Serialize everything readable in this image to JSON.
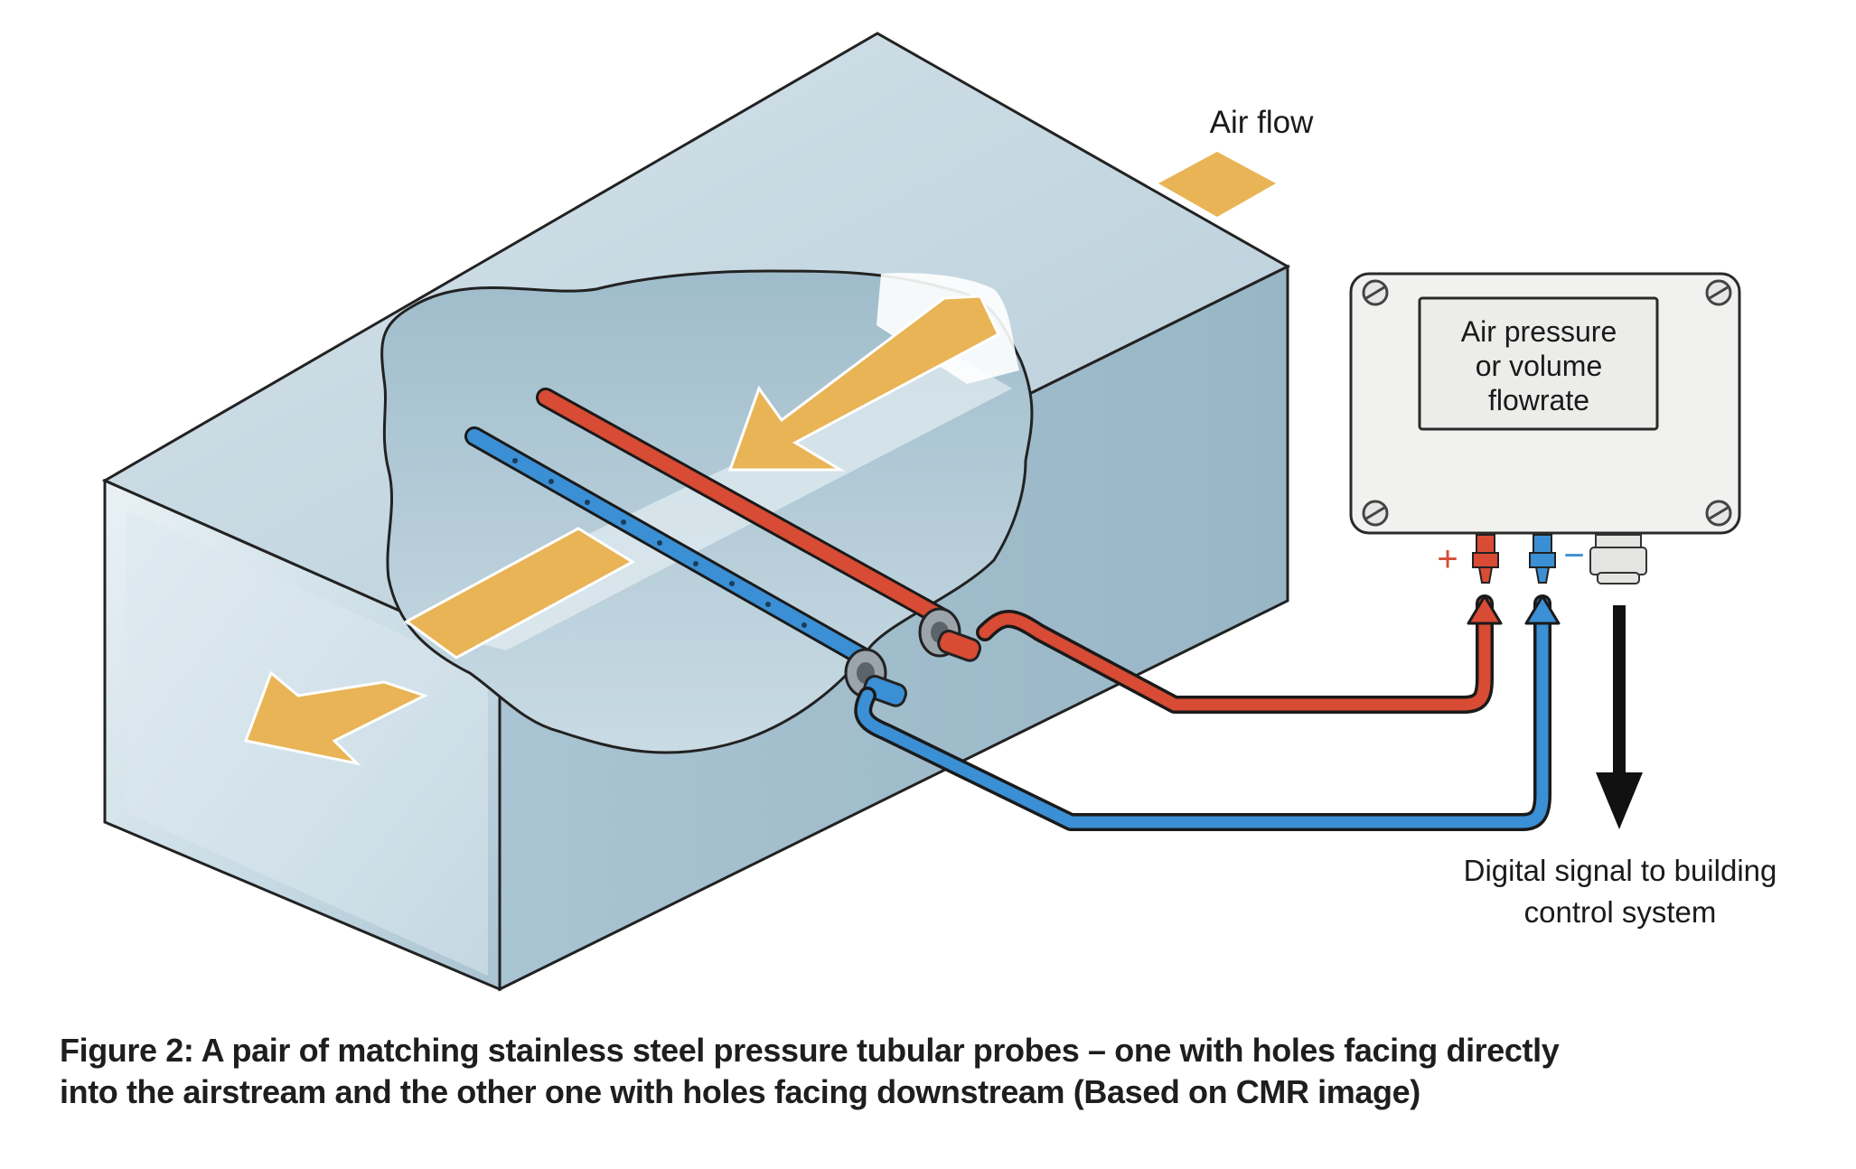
{
  "labels": {
    "air_flow": "Air flow",
    "device_line1": "Air pressure",
    "device_line2": "or volume",
    "device_line3": "flowrate",
    "port_plus": "+",
    "port_minus": "−",
    "output_line1": "Digital signal to building",
    "output_line2": "control system"
  },
  "caption": {
    "line1": "Figure 2: A pair of matching stainless steel pressure tubular probes – one with holes facing directly",
    "line2": "into the airstream and the other one with holes facing downstream (Based on CMR image)"
  },
  "colors": {
    "duct_face": "#a8c2d0",
    "duct_top": "#c3d6e0",
    "duct_inner": "#cfdfe8",
    "arrow": "#e8b455",
    "probe_total": "#d84b34",
    "probe_static": "#3b8fd4",
    "device_box": "#f1f1ef",
    "signal": "#111111"
  }
}
